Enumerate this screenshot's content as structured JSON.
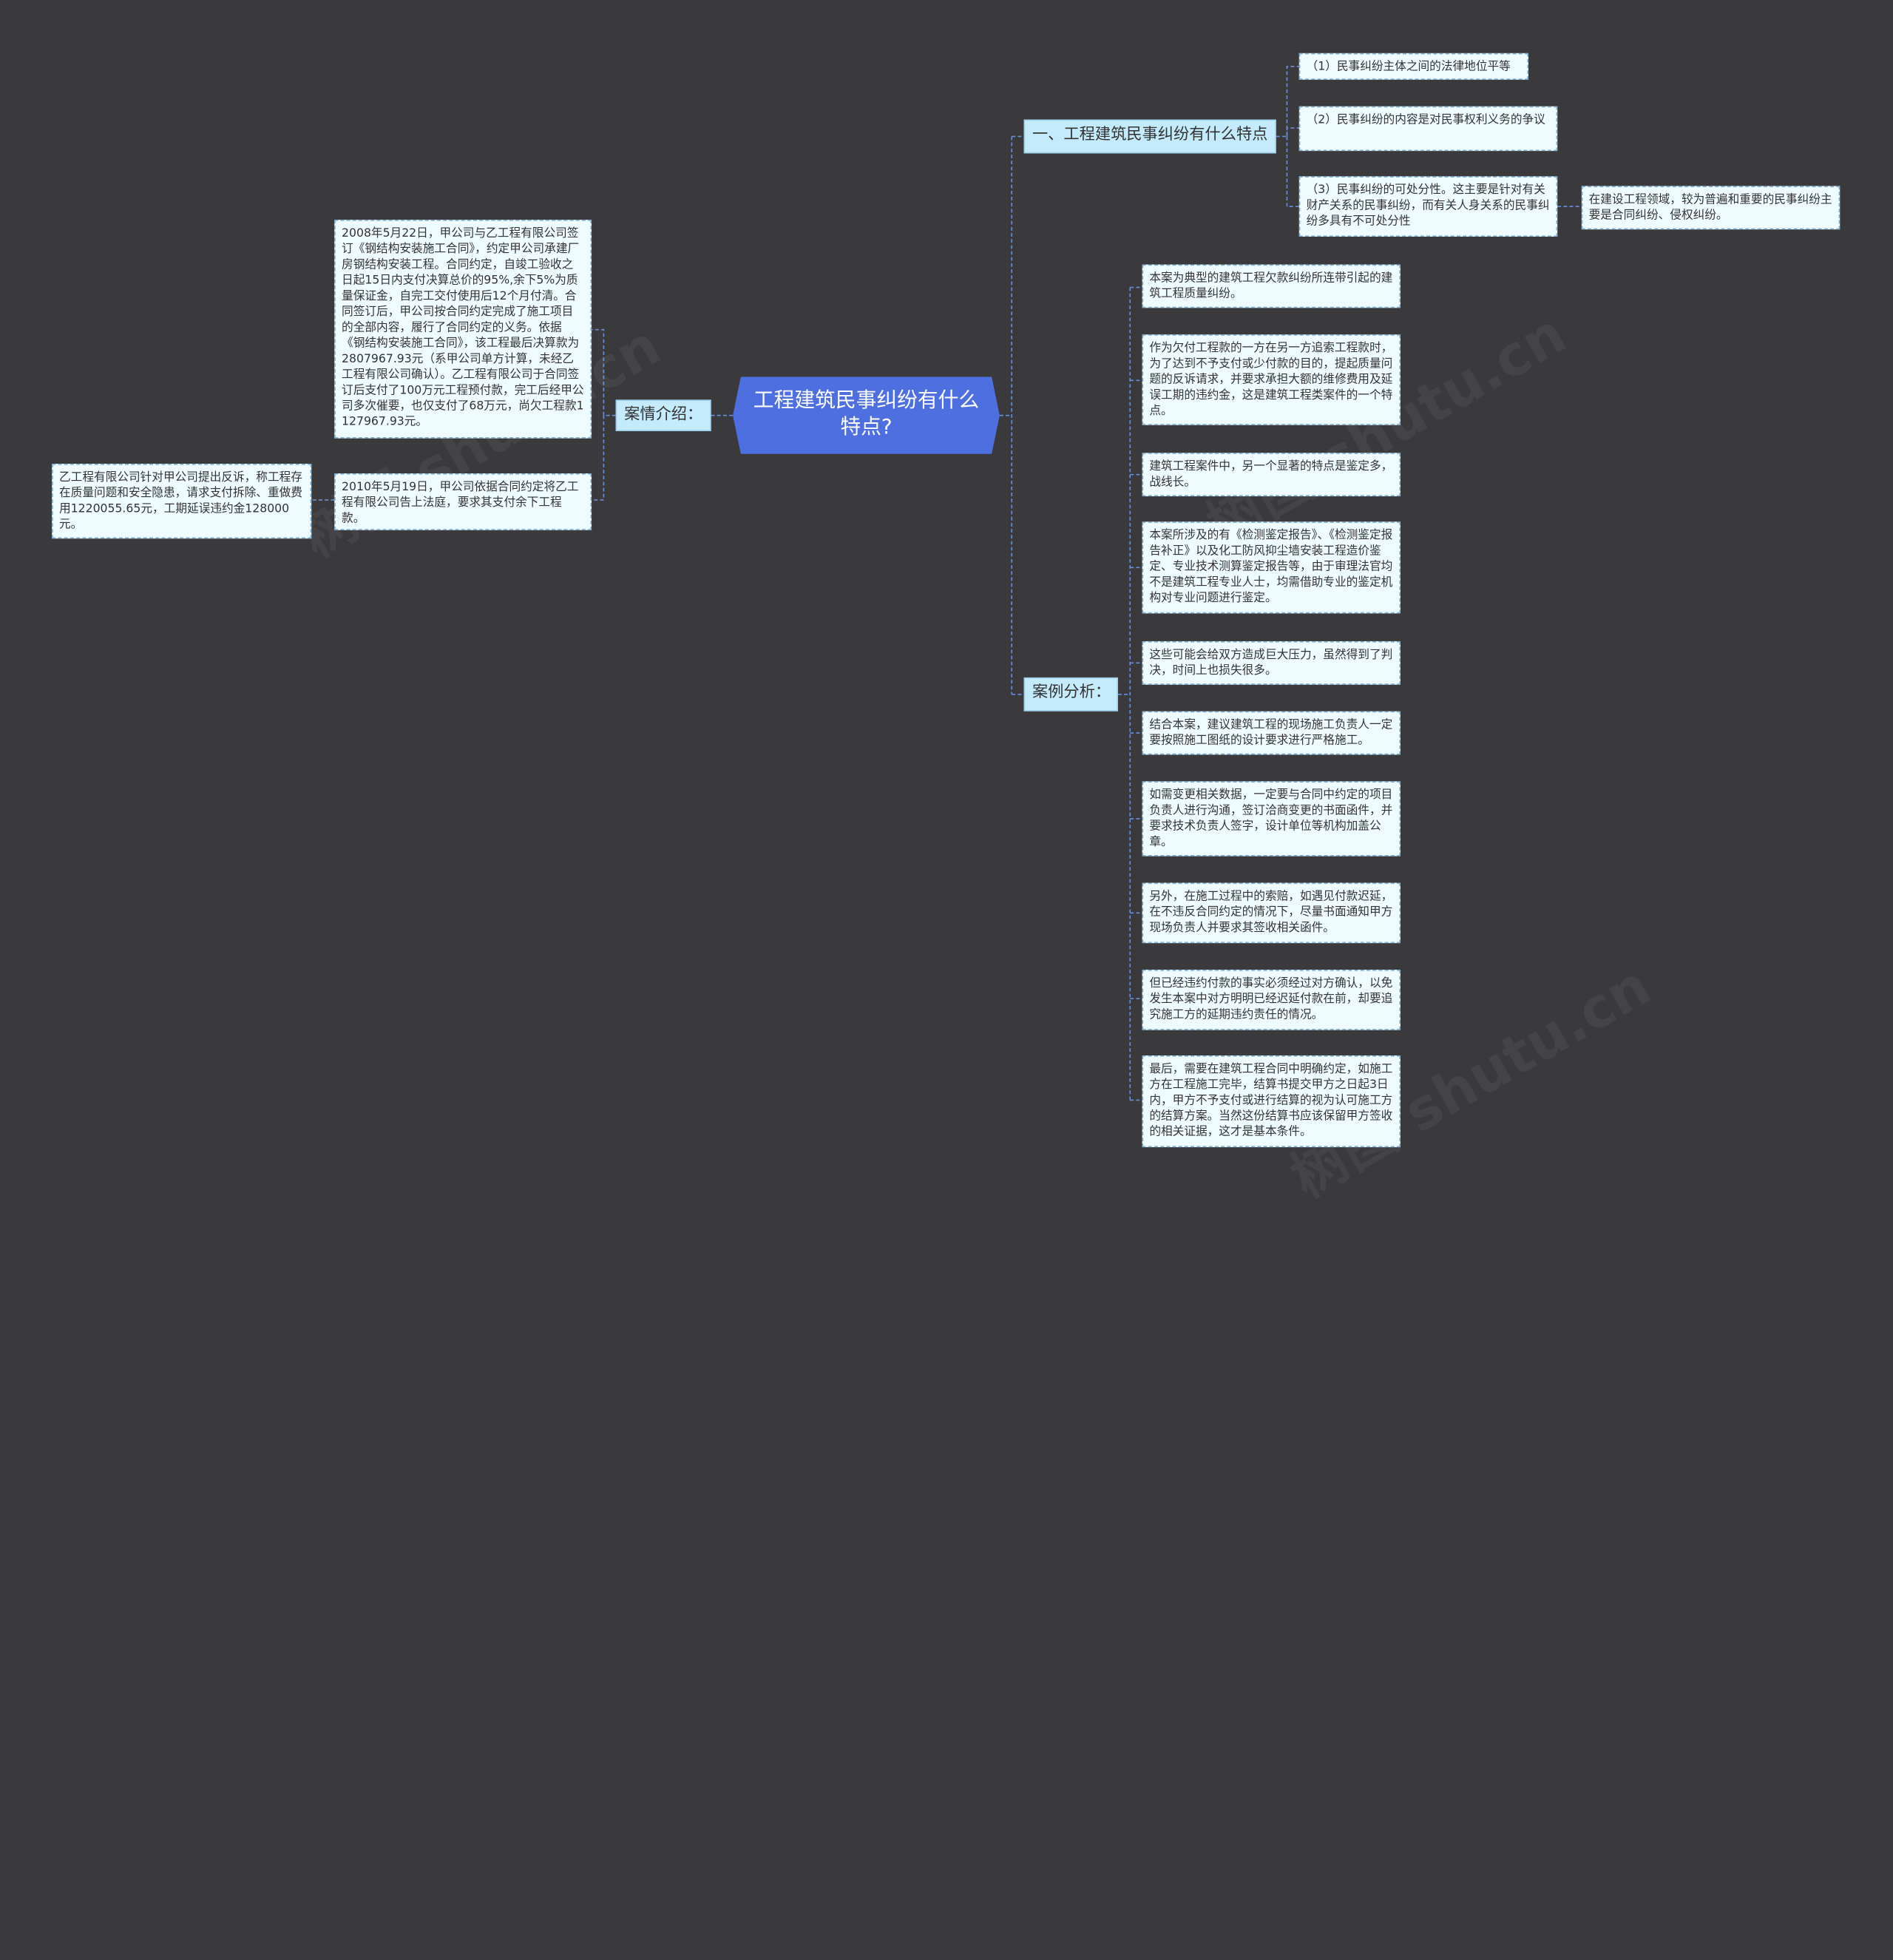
{
  "root": {
    "title": "工程建筑民事纠纷有什么特点?"
  },
  "branches": {
    "case_intro": "案情介绍：",
    "features": "一、工程建筑民事纠纷有什么特点",
    "analysis": "案例分析："
  },
  "case_intro_nodes": [
    "2008年5月22日，甲公司与乙工程有限公司签订《钢结构安装施工合同》，约定甲公司承建厂房钢结构安装工程。合同约定，自竣工验收之日起15日内支付决算总价的95%,余下5%为质量保证金，自完工交付使用后12个月付清。合同签订后，甲公司按合同约定完成了施工项目的全部内容，履行了合同约定的义务。依据《钢结构安装施工合同》，该工程最后决算款为2807967.93元（系甲公司单方计算，未经乙工程有限公司确认）。乙工程有限公司于合同签订后支付了100万元工程预付款，完工后经甲公司多次催要，也仅支付了68万元，尚欠工程款1127967.93元。",
    "2010年5月19日，甲公司依据合同约定将乙工程有限公司告上法庭，要求其支付余下工程款。"
  ],
  "counterclaim": "乙工程有限公司针对甲公司提出反诉，称工程存在质量问题和安全隐患，请求支付拆除、重做费用1220055.65元，工期延误违约金128000元。",
  "feature_nodes": [
    "（1）民事纠纷主体之间的法律地位平等",
    "（2）民事纠纷的内容是对民事权利义务的争议",
    "（3）民事纠纷的可处分性。这主要是针对有关财产关系的民事纠纷，而有关人身关系的民事纠纷多具有不可处分性"
  ],
  "feature_sub": "在建设工程领域，较为普遍和重要的民事纠纷主要是合同纠纷、侵权纠纷。",
  "analysis_nodes": [
    "本案为典型的建筑工程欠款纠纷所连带引起的建筑工程质量纠纷。",
    "作为欠付工程款的一方在另一方追索工程款时，为了达到不予支付或少付款的目的，提起质量问题的反诉请求，并要求承担大额的维修费用及延误工期的违约金，这是建筑工程类案件的一个特点。",
    "建筑工程案件中，另一个显著的特点是鉴定多，战线长。",
    "本案所涉及的有《检测鉴定报告》、《检测鉴定报告补正》以及化工防风抑尘墙安装工程造价鉴定、专业技术测算鉴定报告等，由于审理法官均不是建筑工程专业人士，均需借助专业的鉴定机构对专业问题进行鉴定。",
    "这些可能会给双方造成巨大压力，虽然得到了判决，时间上也损失很多。",
    "结合本案，建议建筑工程的现场施工负责人一定要按照施工图纸的设计要求进行严格施工。",
    "如需变更相关数据，一定要与合同中约定的项目负责人进行沟通，签订洽商变更的书面函件，并要求技术负责人签字，设计单位等机构加盖公章。",
    "另外，在施工过程中的索赔，如遇见付款迟延，在不违反合同约定的情况下，尽量书面通知甲方现场负责人并要求其签收相关函件。",
    "但已经违约付款的事实必须经过对方确认，以免发生本案中对方明明已经迟延付款在前，却要追究施工方的延期违约责任的情况。",
    "最后，需要在建筑工程合同中明确约定，如施工方在工程施工完毕，结算书提交甲方之日起3日内，甲方不予支付或进行结算的视为认可施工方的结算方案。当然这份结算书应该保留甲方签收的相关证据，这才是基本条件。"
  ],
  "colors": {
    "background": "#3a393c",
    "root": "#4e6fe0",
    "branch": "#c4ebfb",
    "leaf": "#eefbff",
    "connector": "#6b8fd6"
  }
}
